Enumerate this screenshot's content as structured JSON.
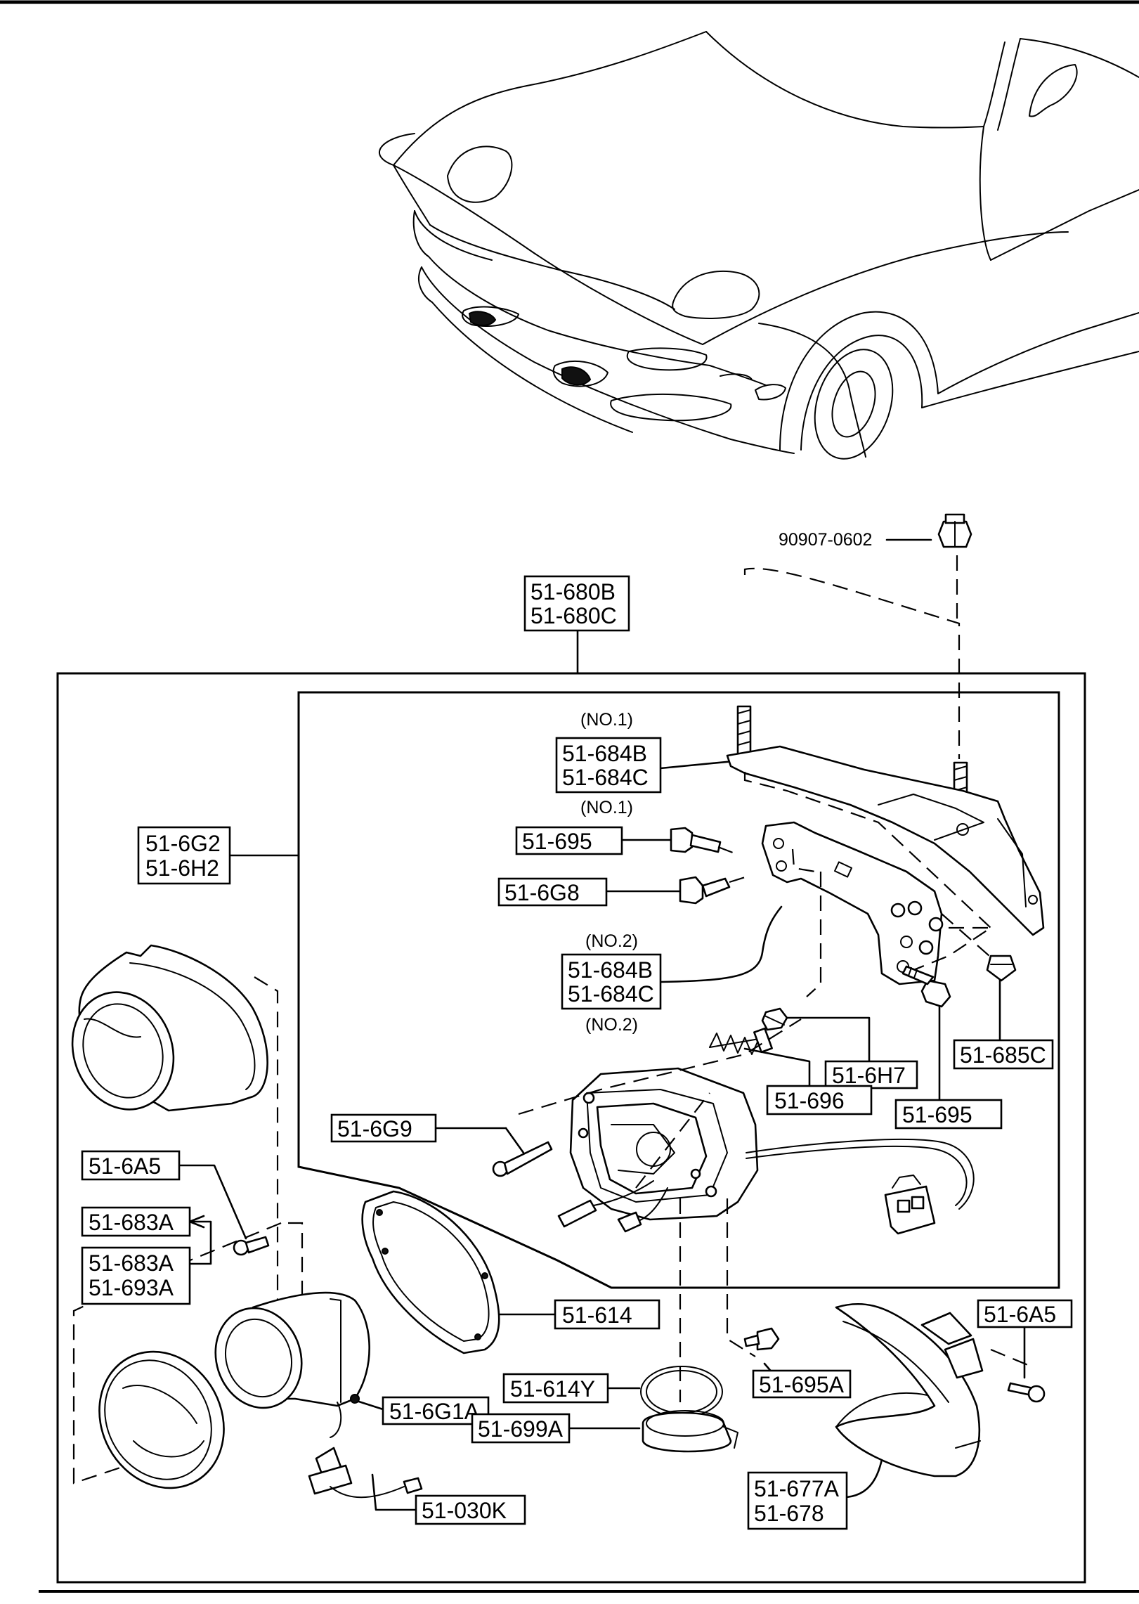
{
  "labels": {
    "nut_top": "90907-0602",
    "assy_a": "51-680B",
    "assy_b": "51-680C",
    "no1_a": "(NO.1)",
    "bracket1_a": "51-684B",
    "bracket1_b": "51-684C",
    "no1_b": "(NO.1)",
    "bolt_695_left": "51-695",
    "bolt_6g8": "51-6G8",
    "no2_a": "(NO.2)",
    "bracket2_a": "51-684B",
    "bracket2_b": "51-684C",
    "no2_b": "(NO.2)",
    "cover_a": "51-6G2",
    "cover_b": "51-6H2",
    "clip_685c": "51-685C",
    "retainer_6h7": "51-6H7",
    "spring_696": "51-696",
    "bolt_695_right": "51-695",
    "bolt_6g9": "51-6G9",
    "screw_6a5_left": "51-6A5",
    "ring_683a": "51-683A",
    "lens_a": "51-683A",
    "lens_b": "51-693A",
    "gasket_614": "51-614",
    "screw_6a5_right": "51-6A5",
    "bolt_695a": "51-695A",
    "oring_614y": "51-614Y",
    "reflector_6g1a": "51-6G1A",
    "band_699a": "51-699A",
    "housing_a": "51-677A",
    "housing_b": "51-678",
    "bulb_030k": "51-030K"
  }
}
